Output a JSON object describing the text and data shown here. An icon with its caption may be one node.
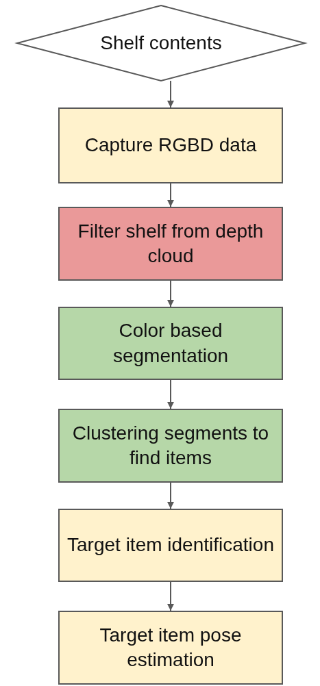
{
  "diagram": {
    "nodes": [
      {
        "text": [
          "Shelf contents"
        ]
      },
      {
        "text": [
          "Capture RGBD data"
        ]
      },
      {
        "text": [
          "Filter shelf from depth cloud"
        ]
      },
      {
        "text": [
          "Color based segmentation"
        ]
      },
      {
        "text": [
          "Clustering segments to find items"
        ]
      },
      {
        "text": [
          "Target item identification"
        ]
      },
      {
        "text": [
          "Target item pose estimation"
        ]
      }
    ],
    "edges": [
      {
        "from": 0,
        "to": 1,
        "arrow": "to"
      },
      {
        "from": 1,
        "to": 2,
        "arrow": "to"
      },
      {
        "from": 2,
        "to": 3,
        "arrow": "to"
      },
      {
        "from": 3,
        "to": 4,
        "arrow": "to"
      },
      {
        "from": 4,
        "to": 5,
        "arrow": "to"
      },
      {
        "from": 5,
        "to": 6,
        "arrow": "to"
      }
    ]
  }
}
